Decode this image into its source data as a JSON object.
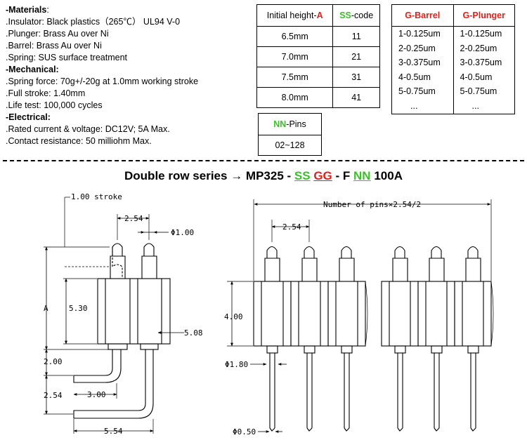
{
  "materials": {
    "head": "-Materials",
    "head_suffix": ":",
    "insulator": ".Insulator: Black plastics（265℃） UL94 V-0",
    "plunger": ".Plunger: Brass Au over Ni",
    "barrel": ".Barrel: Brass Au over Ni",
    "spring": ".Spring: SUS surface treatment"
  },
  "mechanical": {
    "head": "-Mechanical:",
    "force": ".Spring force: 70g+/-20g at 1.0mm working stroke",
    "stroke": ".Full stroke: 1.40mm",
    "life": ".Life test: 100,000 cycles"
  },
  "electrical": {
    "head": "-Electrical:",
    "rated": ".Rated current & voltage: DC12V; 5A Max.",
    "contact": ".Contact resistance: 50 milliohm Max."
  },
  "height_table": {
    "col1_prefix": "Initial height-",
    "col1_code": "A",
    "col2_code": "SS",
    "col2_suffix": "-code",
    "rows": [
      {
        "h": "6.5mm",
        "c": "11"
      },
      {
        "h": "7.0mm",
        "c": "21"
      },
      {
        "h": "7.5mm",
        "c": "31"
      },
      {
        "h": "8.0mm",
        "c": "41"
      }
    ]
  },
  "plating_table": {
    "col1": "G-Barrel",
    "col2": "G-Plunger",
    "col1_items": [
      "1-0.125um",
      "2-0.25um",
      "3-0.375um",
      "4-0.5um",
      "5-0.75um",
      "..."
    ],
    "col2_items": [
      "1-0.125um",
      "2-0.25um",
      "3-0.375um",
      "4-0.5um",
      "5-0.75um",
      "..."
    ]
  },
  "pins_table": {
    "code": "NN",
    "suffix": "-Pins",
    "value": "02~128"
  },
  "series": {
    "label": "Double row series",
    "arrow": "→",
    "part_a": "MP325 -",
    "ss": "SS",
    "gg": "GG",
    "part_b": "- F",
    "nn": "NN",
    "part_c": "100A"
  },
  "dims": {
    "stroke": "1.00 stroke",
    "pitch": "2.54",
    "dia_tip": "Φ1.00",
    "a": "A",
    "h530": "5.30",
    "w508": "5.08",
    "d200": "2.00",
    "d254": "2.54",
    "d300": "3.00",
    "d554": "5.54",
    "num_pins": "Number of pins×2.54/2",
    "pitch_front": "2.54",
    "h400": "4.00",
    "dia180": "Φ1.80",
    "dia050": "Φ0.50"
  }
}
